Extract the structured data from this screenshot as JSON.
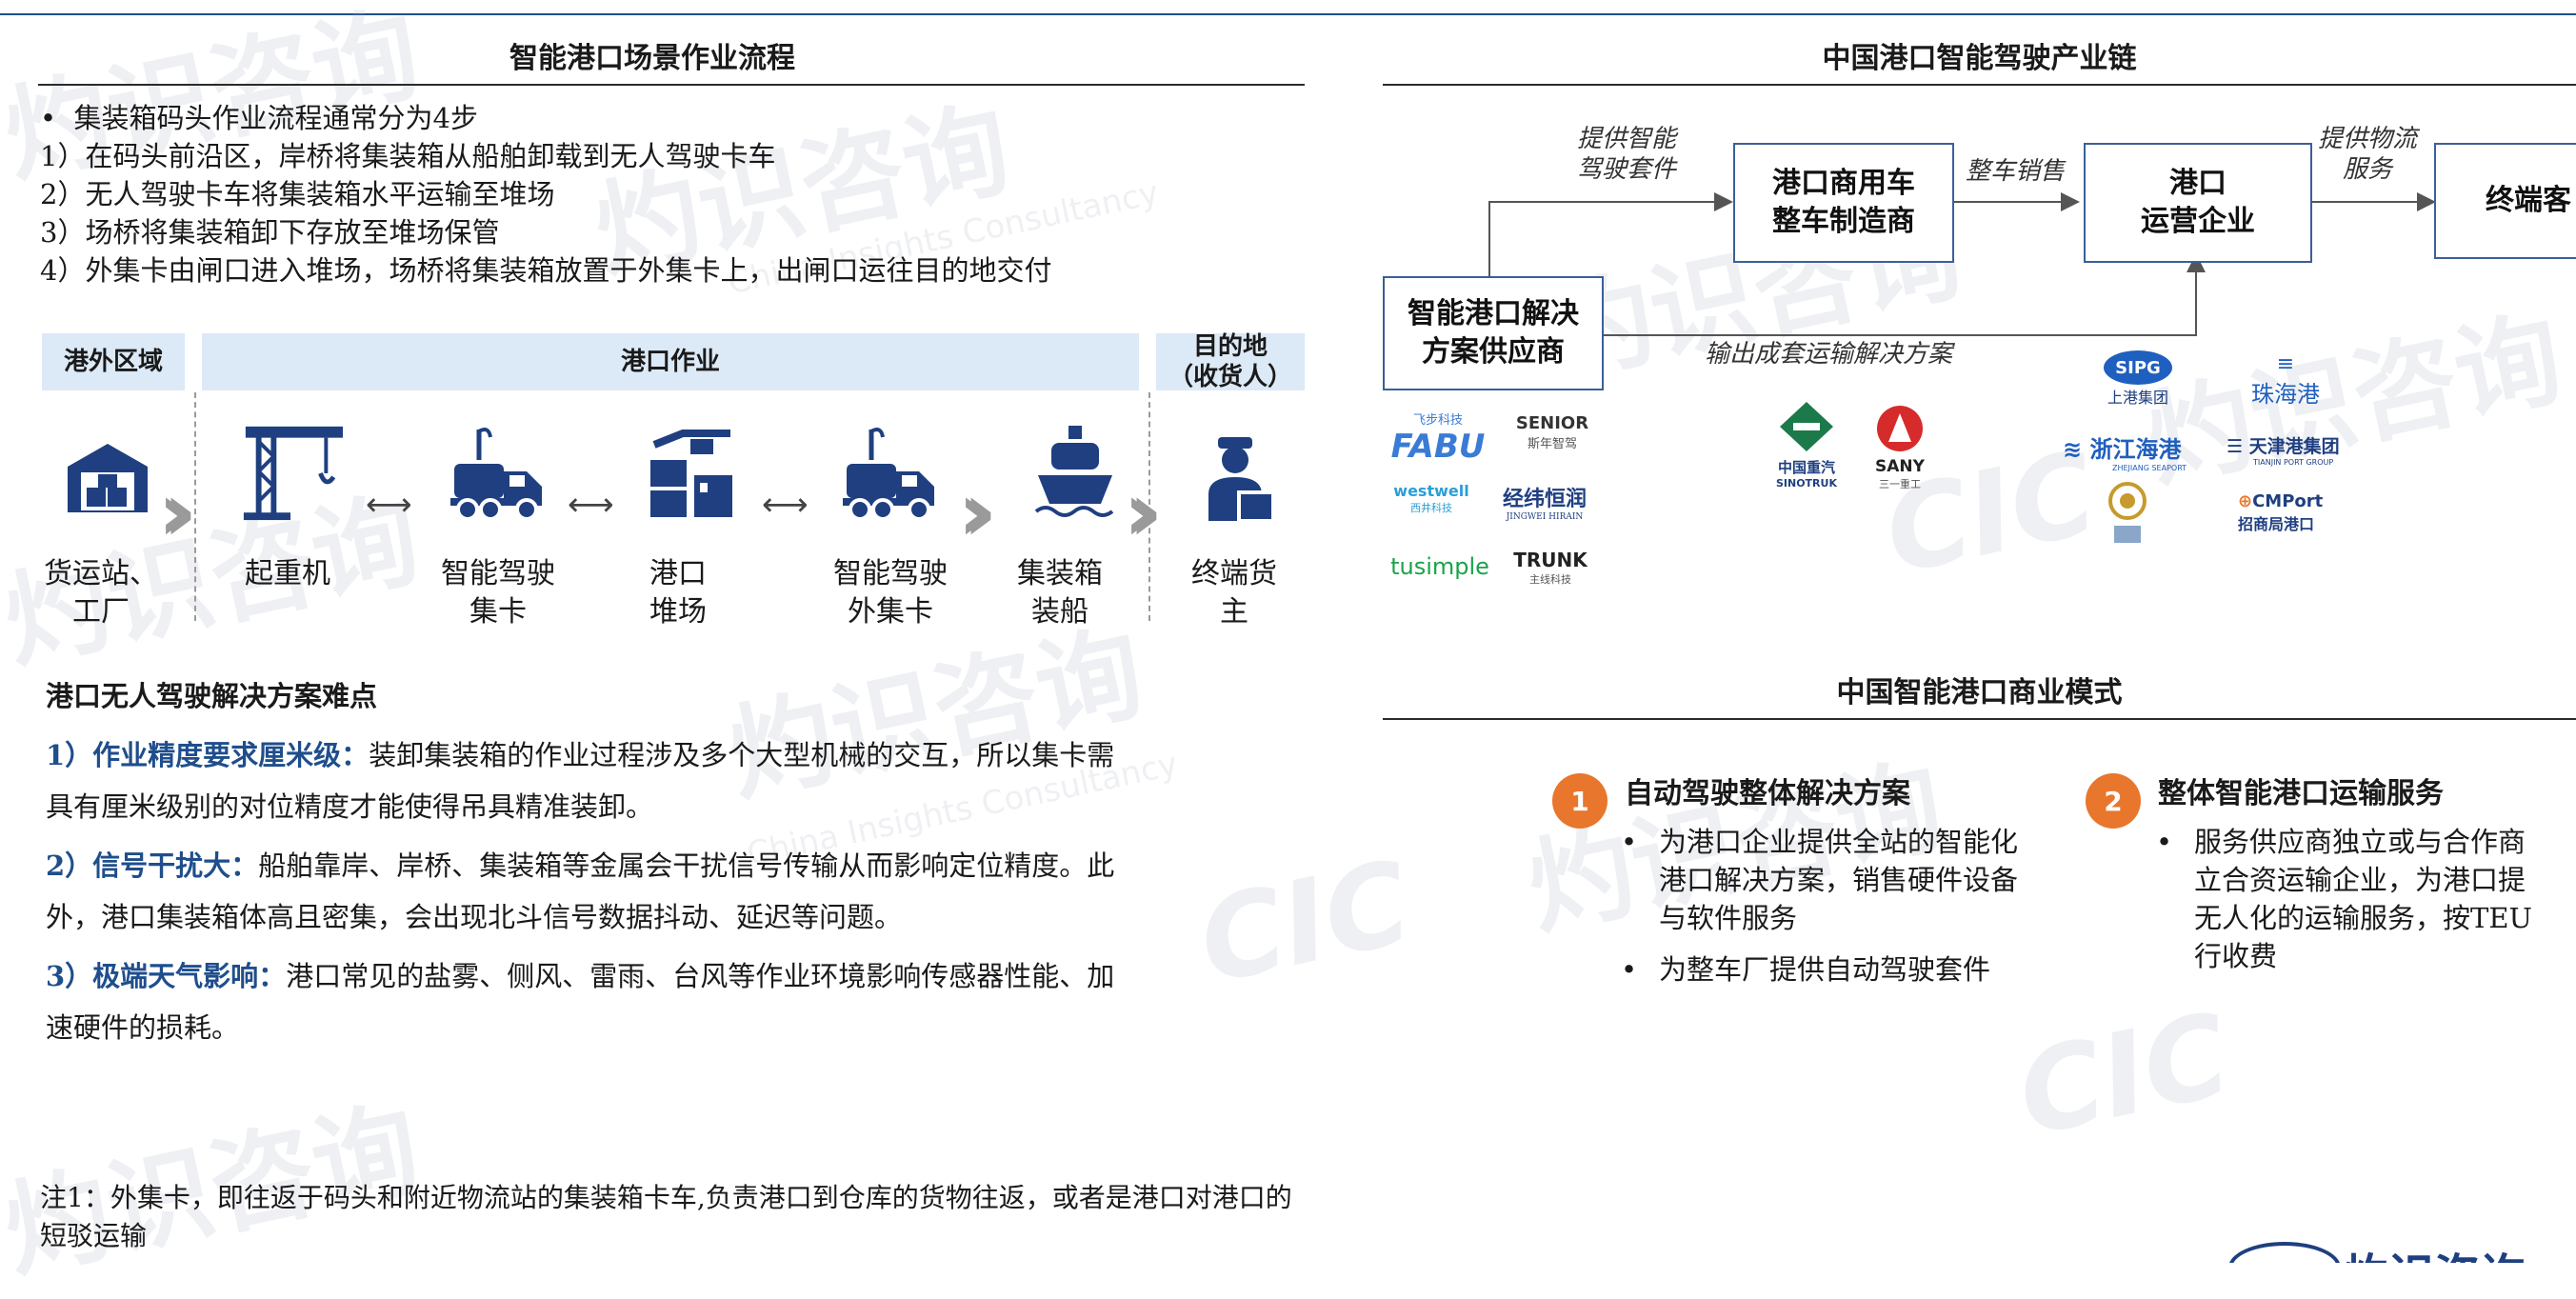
{
  "left": {
    "title": "智能港口场景作业流程",
    "steps": [
      "集装箱码头作业流程通常分为4步",
      "1）在码头前沿区，岸桥将集装箱从船舶卸载到无人驾驶卡车",
      "2）无人驾驶卡车将集装箱水平运输至堆场",
      "3）场桥将集装箱卸下存放至堆场保管",
      "4）外集卡由闸口进入堆场，场桥将集装箱放置于外集卡上，出闸口运往目的地交付"
    ],
    "zones": {
      "outside": "港外区域",
      "port": "港口作业",
      "destination_line1": "目的地",
      "destination_line2": "（收货人）"
    },
    "process": [
      {
        "icon": "warehouse-icon",
        "l1": "货运站、",
        "l2": "工厂"
      },
      {
        "icon": "crane-icon",
        "l1": "起重机",
        "l2": ""
      },
      {
        "icon": "truck-icon",
        "l1": "智能驾驶",
        "l2": "集卡"
      },
      {
        "icon": "container-yard-icon",
        "l1": "港口",
        "l2": "堆场"
      },
      {
        "icon": "truck-icon",
        "l1": "智能驾驶",
        "l2": "外集卡"
      },
      {
        "icon": "ship-icon",
        "l1": "集装箱",
        "l2": "装船"
      },
      {
        "icon": "person-icon",
        "l1": "终端货",
        "l2": "主"
      }
    ],
    "difficulties_title": "港口无人驾驶解决方案难点",
    "difficulties": [
      {
        "head": "1）作业精度要求厘米级：",
        "line1": "装卸集装箱的作业过程涉及多个大型机械的交互，所以集卡需",
        "line2": "具有厘米级别的对位精度才能使得吊具精准装卸。"
      },
      {
        "head": "2）信号干扰大：",
        "line1": "船舶靠岸、岸桥、集装箱等金属会干扰信号传输从而影响定位精度。此",
        "line2": "外，港口集装箱体高且密集，会出现北斗信号数据抖动、延迟等问题。"
      },
      {
        "head": "3）极端天气影响：",
        "line1": "港口常见的盐雾、侧风、雷雨、台风等作业环境影响传感器性能、加",
        "line2": "速硬件的损耗。"
      }
    ]
  },
  "chain": {
    "title": "中国港口智能驾驶产业链",
    "solution_provider_l1": "智能港口解决",
    "solution_provider_l2": "方案供应商",
    "oem_l1": "港口商用车",
    "oem_l2": "整车制造商",
    "operator_l1": "港口",
    "operator_l2": "运营企业",
    "end_customer": "终端客",
    "label_kit_l1": "提供智能",
    "label_kit_l2": "驾驶套件",
    "label_sales": "整车销售",
    "label_logistics_l1": "提供物流",
    "label_logistics_l2": "服务",
    "label_output": "输出成套运输解决方案",
    "logos_solution": [
      "飞步科技",
      "FABU",
      "SENIOR",
      "斯年智驾",
      "westwell",
      "西井科技",
      "经纬恒润",
      "JINGWEI HIRAIN",
      "tusimple",
      "TRUNK",
      "主线科技"
    ],
    "logos_oem": [
      "中国重汽",
      "SINOTRUK",
      "SANY",
      "三一重工"
    ],
    "logos_operator": [
      "SIPG",
      "上港集团",
      "珠海港",
      "浙江海港",
      "ZHEJIANG SEAPORT",
      "天津港集团",
      "TIANJIN PORT GROUP",
      "CMPort",
      "招商局港口"
    ]
  },
  "business": {
    "title": "中国智能港口商业模式",
    "models": [
      {
        "num": "1",
        "title": "自动驾驶整体解决方案",
        "items": [
          [
            "为港口企业提供全站的智能化",
            "港口解决方案，销售硬件设备",
            "与软件服务"
          ],
          [
            "为整车厂提供自动驾驶套件"
          ]
        ]
      },
      {
        "num": "2",
        "title": "整体智能港口运输服务",
        "items": [
          [
            "服务供应商独立或与合作商",
            "立合资运输企业，为港口提",
            "无人化的运输服务，按TEU",
            "行收费"
          ]
        ]
      }
    ]
  },
  "note": {
    "line1": "注1：外集卡，即往返于码头和附近物流站的集装箱卡车,负责港口到仓库的货物往返，或者是港口对港口的",
    "line2": "短驳运输"
  },
  "watermark": {
    "cjk": "灼识咨询",
    "latin": "CIC",
    "sub": "China Insights Consultancy"
  },
  "footer_brand": "灼识咨询",
  "colors": {
    "accent": "#1f4e8c",
    "zone": "#dce9f7",
    "badge": "#e8762c",
    "box_border": "#3b5f9a"
  }
}
